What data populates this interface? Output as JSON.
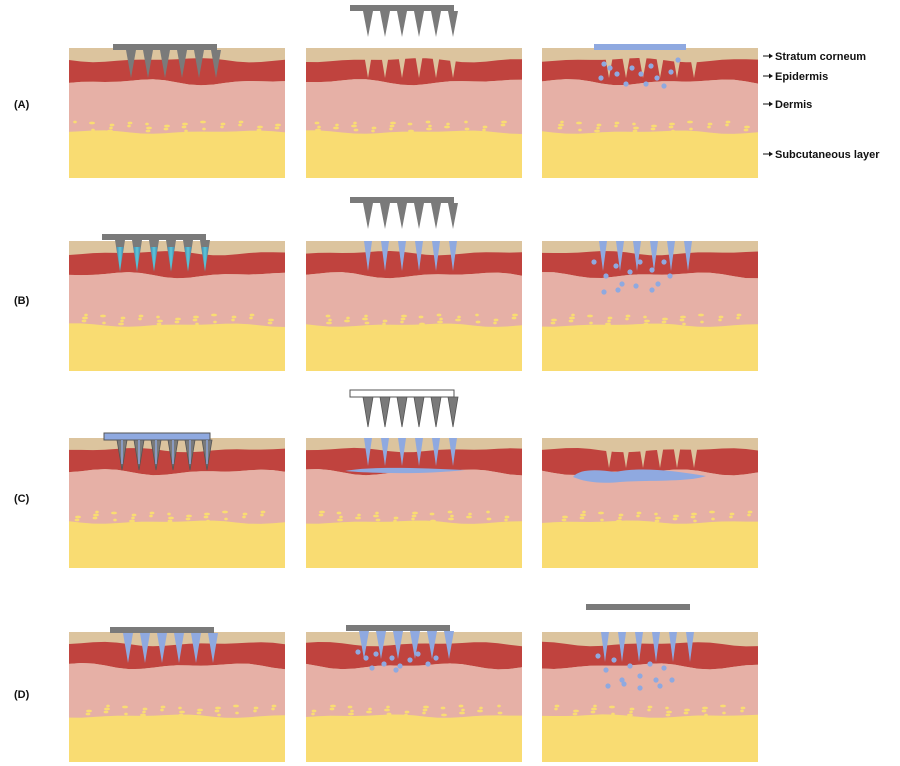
{
  "figure": {
    "rows": [
      {
        "label": "(A)"
      },
      {
        "label": "(B)"
      },
      {
        "label": "(C)"
      },
      {
        "label": "(D)"
      }
    ],
    "layer_labels": [
      {
        "id": "stratum",
        "text": "Stratum corneum"
      },
      {
        "id": "epidermis",
        "text": "Epidermis"
      },
      {
        "id": "dermis",
        "text": "Dermis"
      },
      {
        "id": "subcutaneous",
        "text": "Subcutaneous layer"
      }
    ]
  },
  "colors": {
    "stratum": "#dcc49e",
    "epidermis": "#c0433e",
    "dermis": "#e6b0a6",
    "subcutaneous": "#f9dc72",
    "needle_gray": "#7a7a7a",
    "drug_blue": "#8fa9e0"
  }
}
